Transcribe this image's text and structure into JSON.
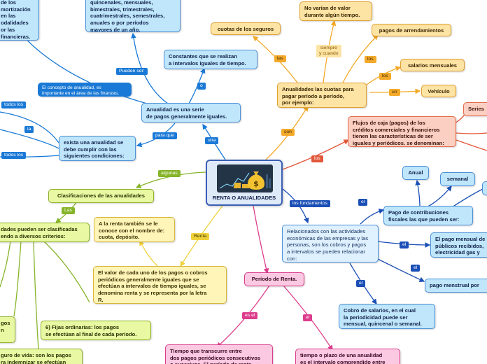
{
  "center": {
    "title": "RENTA O ANUALIDADES",
    "image_icon": "money-bag-icon"
  },
  "nodes": {
    "top_left_fragment": "de los\nmortización\nen las\nodalidades\nor las\nfinancieras.",
    "periods_box": "quincenales, mensuales,\nbimestrales, trimestrales,\ncuatrimestrales, semestrales,\nanuales o por períodos\nmayores de un año.",
    "constantes_box": "Constantes que se realizan\na intervalos iguales de tiempo.",
    "concepto_box": "El concepto de anualidad, es\nimportante en el área de las finanzas,",
    "anualidad_serie": "Anualidad es una serie\nde pagos generalmente iguales.",
    "exista_box": "exista una anualidad se\ndebe cumplir con las\nsiguientes condiciones:",
    "cuotas_seguros": "cuotas de los seguros",
    "no_varian": "No varían de valor\ndurante algún tiempo.",
    "pagos_arrendamiento": "pagos de arrendamientos",
    "salarios": "salarios mensuales",
    "vehiculo": "Vehículo",
    "anualidades_cuotas": "Anualidades las cuotas para\npagar período a período,\npor ejemplo:",
    "flujos": "Flujos de caja (pagos) de los\ncréditos comerciales y financieros\ntienen las características de ser\niguales y periódicos. se denominan:",
    "series": "Series",
    "anual": "Anual",
    "semanal": "semanal",
    "pago_contribuciones": "Pago de contribuciones\nfiscales las que pueden ser:",
    "relacionados": "Relacionados con las actividades\neconómicas de las empresas y las\npersonas, son los cobros y pagos\na intervalos se pueden relacionar\ncon:",
    "pago_mensual_servicios": "El pago mensual de\npúblicos recibidos,\nelectricidad gas y",
    "pago_mensual_por": "pago menstrual por",
    "cobro_salarios": "Cobro de salarios, en el cual\nla periodicidad puede ser\nmensual, quincenal o semanal.",
    "clasificaciones": "Clasificaciones de las anualidades",
    "pueden_clasificadas": "dades pueden ser clasificadas\nendo a diversos criterios:",
    "renta_nombre": "A la renta también se le\nconoce con el nombre de:\ncuota, depósito.",
    "valor_pagos": "El valor de cada uno de los pagos o cobros\nperiódicos generalmente iguales que se\nefectúan a intervalos de tiempo iguales, se\ndenomina renta y se representa por la letra\nR.",
    "periodo_renta": "Período de Renta.",
    "fijas_ordinarias": "6) Fijas ordinarias: los pagos\nse efectúan al final de cada período.",
    "gos_fragment": "gos\nn",
    "seguro_vida": "guro de vida: son los pagos\nra indemnizar se efectúan",
    "tiempo_transcurre": "Tiempo que transcurre entre\ndos pagos periódicos consecutivos\no sucesivos. El período de renta",
    "tiempo_plazo": "tiempo o plazo de una anualidad\nes el intervalo comprendido entre"
  },
  "labels": {
    "pueden_ser": "Pueden ser:",
    "o": "o",
    "para_que": "para que",
    "una": "una",
    "todos_los_1": "todos los",
    "la": "la",
    "todos_los_2": "todos los",
    "las_1": "las",
    "siempre_cuando": "siempre\ny cuando",
    "los_1": "los",
    "los_2": "los",
    "un": "un",
    "son": "son",
    "los_3": "los",
    "el_1": "el",
    "los_fundamentos": "los fundamentos",
    "el_2": "el",
    "el_3": "el",
    "el_4": "el",
    "algunas": "algunas",
    "las_2": "Las",
    "renta": "Renta",
    "es_el": "es el",
    "el_5": "el"
  }
}
